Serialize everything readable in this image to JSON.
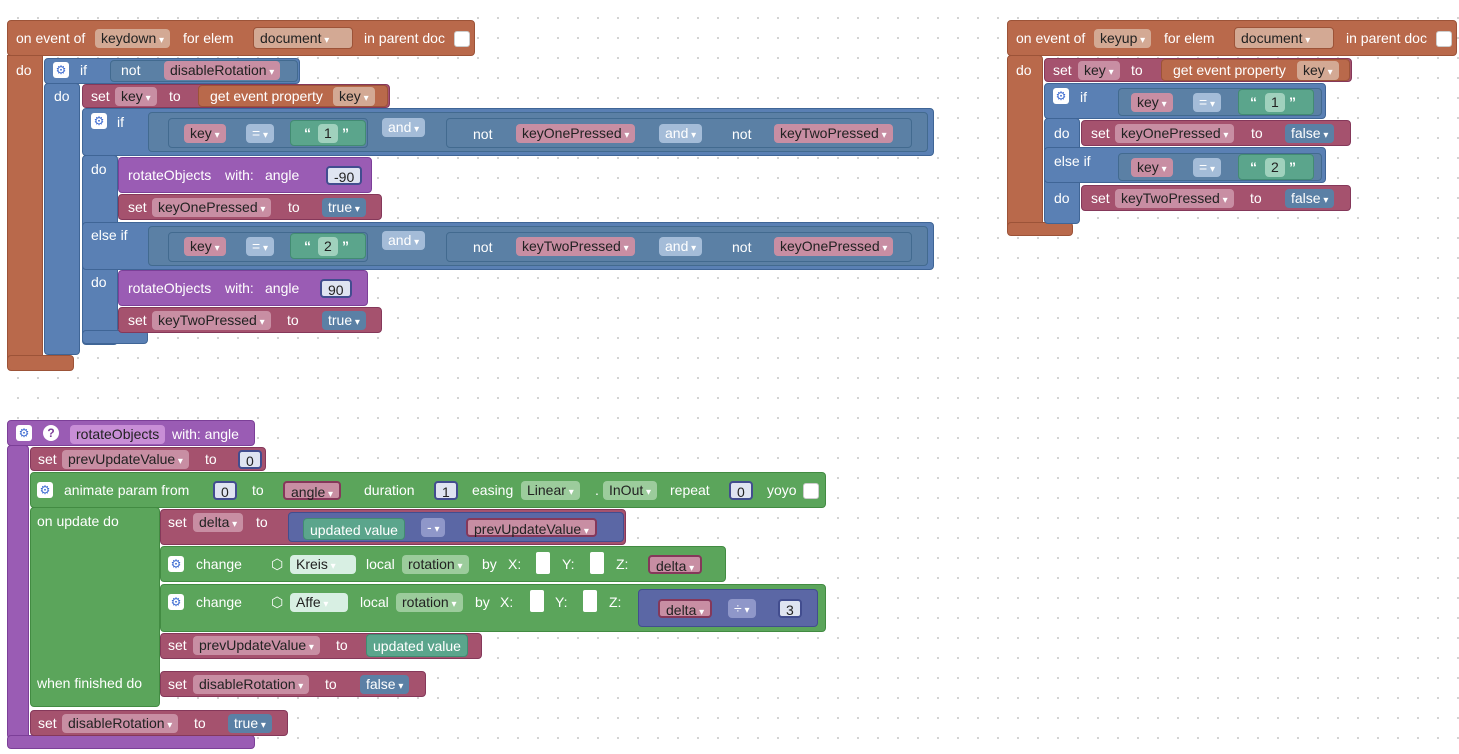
{
  "event1": {
    "head": "on event of",
    "event": "keydown",
    "for_elem": "for elem",
    "target": "document",
    "parent": "in parent doc",
    "do": "do",
    "if1": {
      "if": "if",
      "not": "not",
      "var": "disableRotation"
    },
    "set_key": {
      "set": "set",
      "var": "key",
      "to": "to",
      "get": "get event property",
      "prop": "key"
    },
    "inner_if": {
      "if": "if",
      "key": "key",
      "eq": "=",
      "val1": "1",
      "and": "and",
      "not": "not",
      "v1": "keyOnePressed",
      "v2": "keyTwoPressed",
      "do": "do",
      "rot": "rotateObjects",
      "with": "with:",
      "angle": "angle",
      "ang1": "-90",
      "set": "set",
      "s1": "keyOnePressed",
      "to": "to",
      "true": "true",
      "elseif": "else if",
      "val2": "2",
      "ang2": "90",
      "s2": "keyTwoPressed"
    }
  },
  "event2": {
    "head": "on event of",
    "event": "keyup",
    "for_elem": "for elem",
    "target": "document",
    "parent": "in parent doc",
    "do": "do",
    "set": "set",
    "var": "key",
    "to": "to",
    "get": "get event property",
    "prop": "key",
    "if": "if",
    "eq": "=",
    "val1": "1",
    "s1": "keyOnePressed",
    "false": "false",
    "elseif": "else if",
    "val2": "2",
    "s2": "keyTwoPressed"
  },
  "proc": {
    "name": "rotateObjects",
    "with": "with: angle",
    "set": "set",
    "prev": "prevUpdateValue",
    "to": "to",
    "zero": "0",
    "animate": "animate param from",
    "from": "0",
    "to2": "to",
    "angle": "angle",
    "duration": "duration",
    "dur": "1",
    "easing": "easing",
    "ease": "Linear",
    "dot": ".",
    "inout": "InOut",
    "repeat": "repeat",
    "rep": "0",
    "yoyo": "yoyo",
    "onupdate": "on update do",
    "delta": "delta",
    "updval": "updated value",
    "minus": "-",
    "change": "change",
    "kreis": "Kreis",
    "local": "local",
    "rotation": "rotation",
    "by": "by",
    "x": "X:",
    "y": "Y:",
    "z": "Z:",
    "affe": "Affe",
    "div": "÷",
    "three": "3",
    "whenfin": "when finished do",
    "disable": "disableRotation",
    "false": "false",
    "true": "true"
  }
}
